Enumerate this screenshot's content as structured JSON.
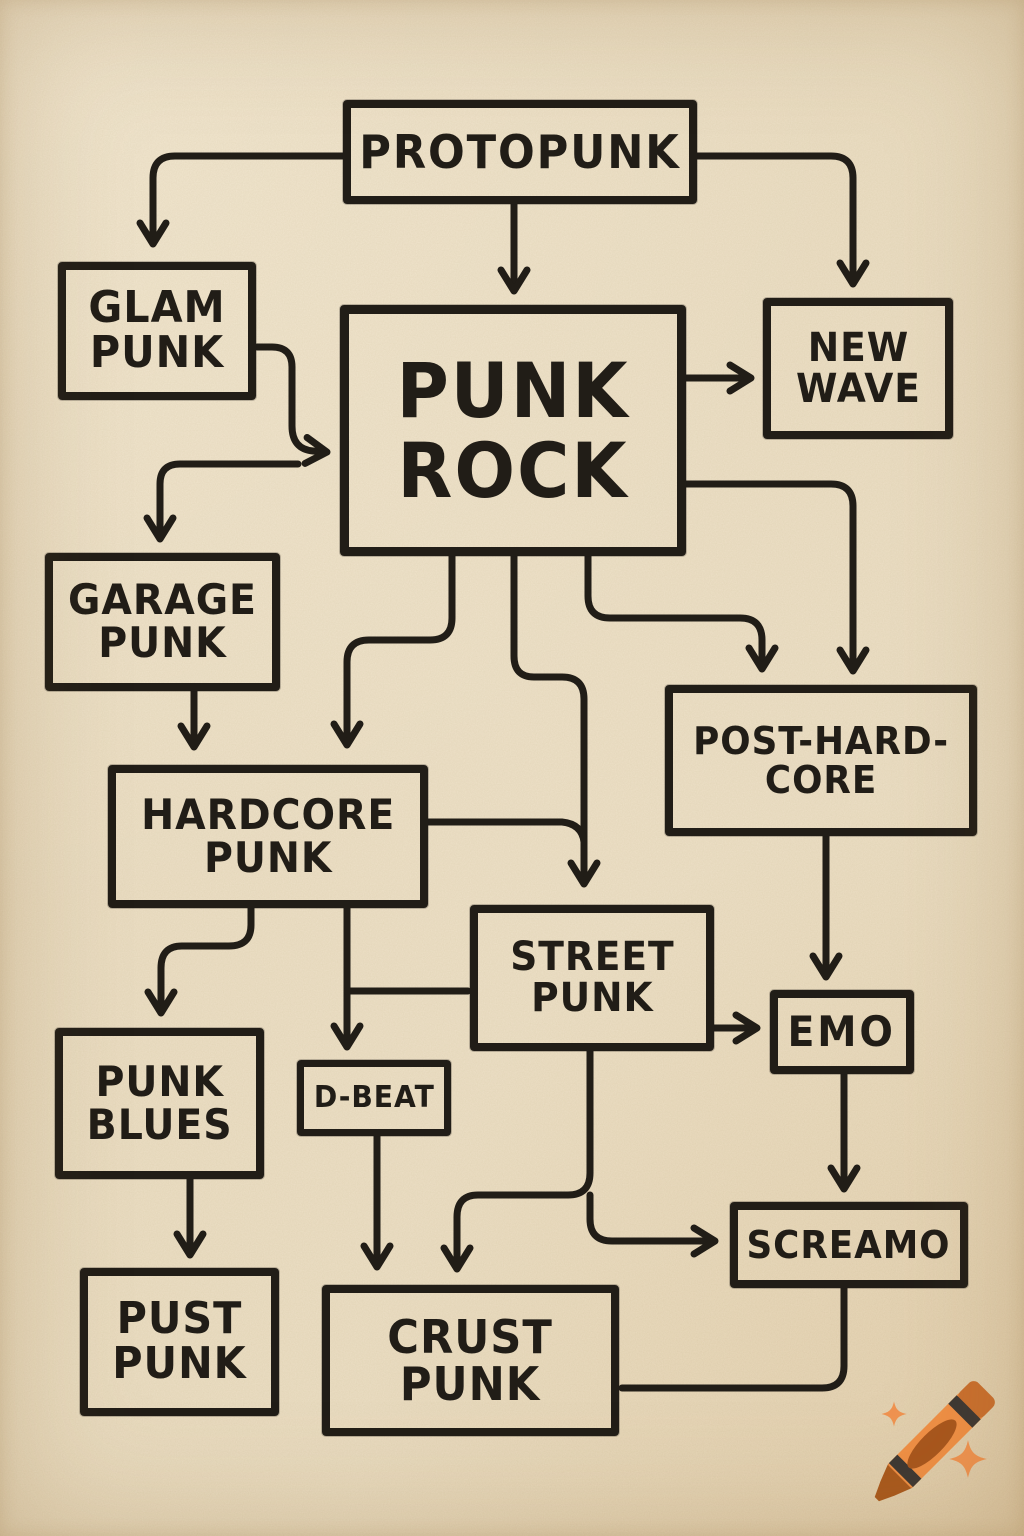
{
  "page": {
    "paper_color": "#ebdec3",
    "ink_color": "#211d17"
  },
  "diagram": {
    "type": "flowchart",
    "subject": "punk rock genre family tree",
    "nodes": [
      {
        "id": "protopunk",
        "label": "PROTOPUNK"
      },
      {
        "id": "glam-punk",
        "label": "GLAM\nPUNK"
      },
      {
        "id": "punk-rock",
        "label": "PUNK\nROCK"
      },
      {
        "id": "new-wave",
        "label": "NEW\nWAVE"
      },
      {
        "id": "garage-punk",
        "label": "GARAGE\nPUNK"
      },
      {
        "id": "post-hardcore",
        "label": "POST-HARD-\nCORE"
      },
      {
        "id": "hardcore-punk",
        "label": "HARDCORE\nPUNK"
      },
      {
        "id": "street-punk",
        "label": "STREET\nPUNK"
      },
      {
        "id": "emo",
        "label": "EMO"
      },
      {
        "id": "punk-blues",
        "label": "PUNK\nBLUES"
      },
      {
        "id": "d-beat",
        "label": "D-BEAT"
      },
      {
        "id": "screamo",
        "label": "SCREAMO"
      },
      {
        "id": "pust-punk",
        "label": "PUST\nPUNK"
      },
      {
        "id": "crust-punk",
        "label": "CRUST\nPUNK"
      }
    ],
    "edges": [
      {
        "from": "protopunk",
        "to": "glam-punk"
      },
      {
        "from": "protopunk",
        "to": "punk-rock"
      },
      {
        "from": "protopunk",
        "to": "new-wave"
      },
      {
        "from": "glam-punk",
        "to": "punk-rock"
      },
      {
        "from": "punk-rock",
        "to": "garage-punk"
      },
      {
        "from": "punk-rock",
        "to": "new-wave"
      },
      {
        "from": "punk-rock",
        "to": "hardcore-punk"
      },
      {
        "from": "punk-rock",
        "to": "street-punk"
      },
      {
        "from": "punk-rock",
        "to": "post-hardcore",
        "note": "left arrow"
      },
      {
        "from": "punk-rock",
        "to": "post-hardcore",
        "note": "right arrow"
      },
      {
        "from": "garage-punk",
        "to": "hardcore-punk"
      },
      {
        "from": "hardcore-punk",
        "to": "street-punk",
        "note": "merges into top arrow"
      },
      {
        "from": "hardcore-punk",
        "to": "street-punk",
        "note": "joins left side"
      },
      {
        "from": "hardcore-punk",
        "to": "punk-blues"
      },
      {
        "from": "hardcore-punk",
        "to": "d-beat"
      },
      {
        "from": "punk-blues",
        "to": "pust-punk"
      },
      {
        "from": "street-punk",
        "to": "emo"
      },
      {
        "from": "street-punk",
        "to": "crust-punk"
      },
      {
        "from": "street-punk",
        "to": "screamo"
      },
      {
        "from": "post-hardcore",
        "to": "emo"
      },
      {
        "from": "emo",
        "to": "screamo"
      },
      {
        "from": "d-beat",
        "to": "crust-punk"
      },
      {
        "from": "screamo",
        "to": "crust-punk"
      }
    ]
  },
  "watermark": {
    "icon": "crayon-icon",
    "colors": {
      "body": "#ef8f45",
      "tip": "#a9591d",
      "cap": "#c96f2e",
      "stripe": "#3c3733",
      "label_oval": "#a8561d",
      "sparkle": "#ef9350"
    }
  }
}
